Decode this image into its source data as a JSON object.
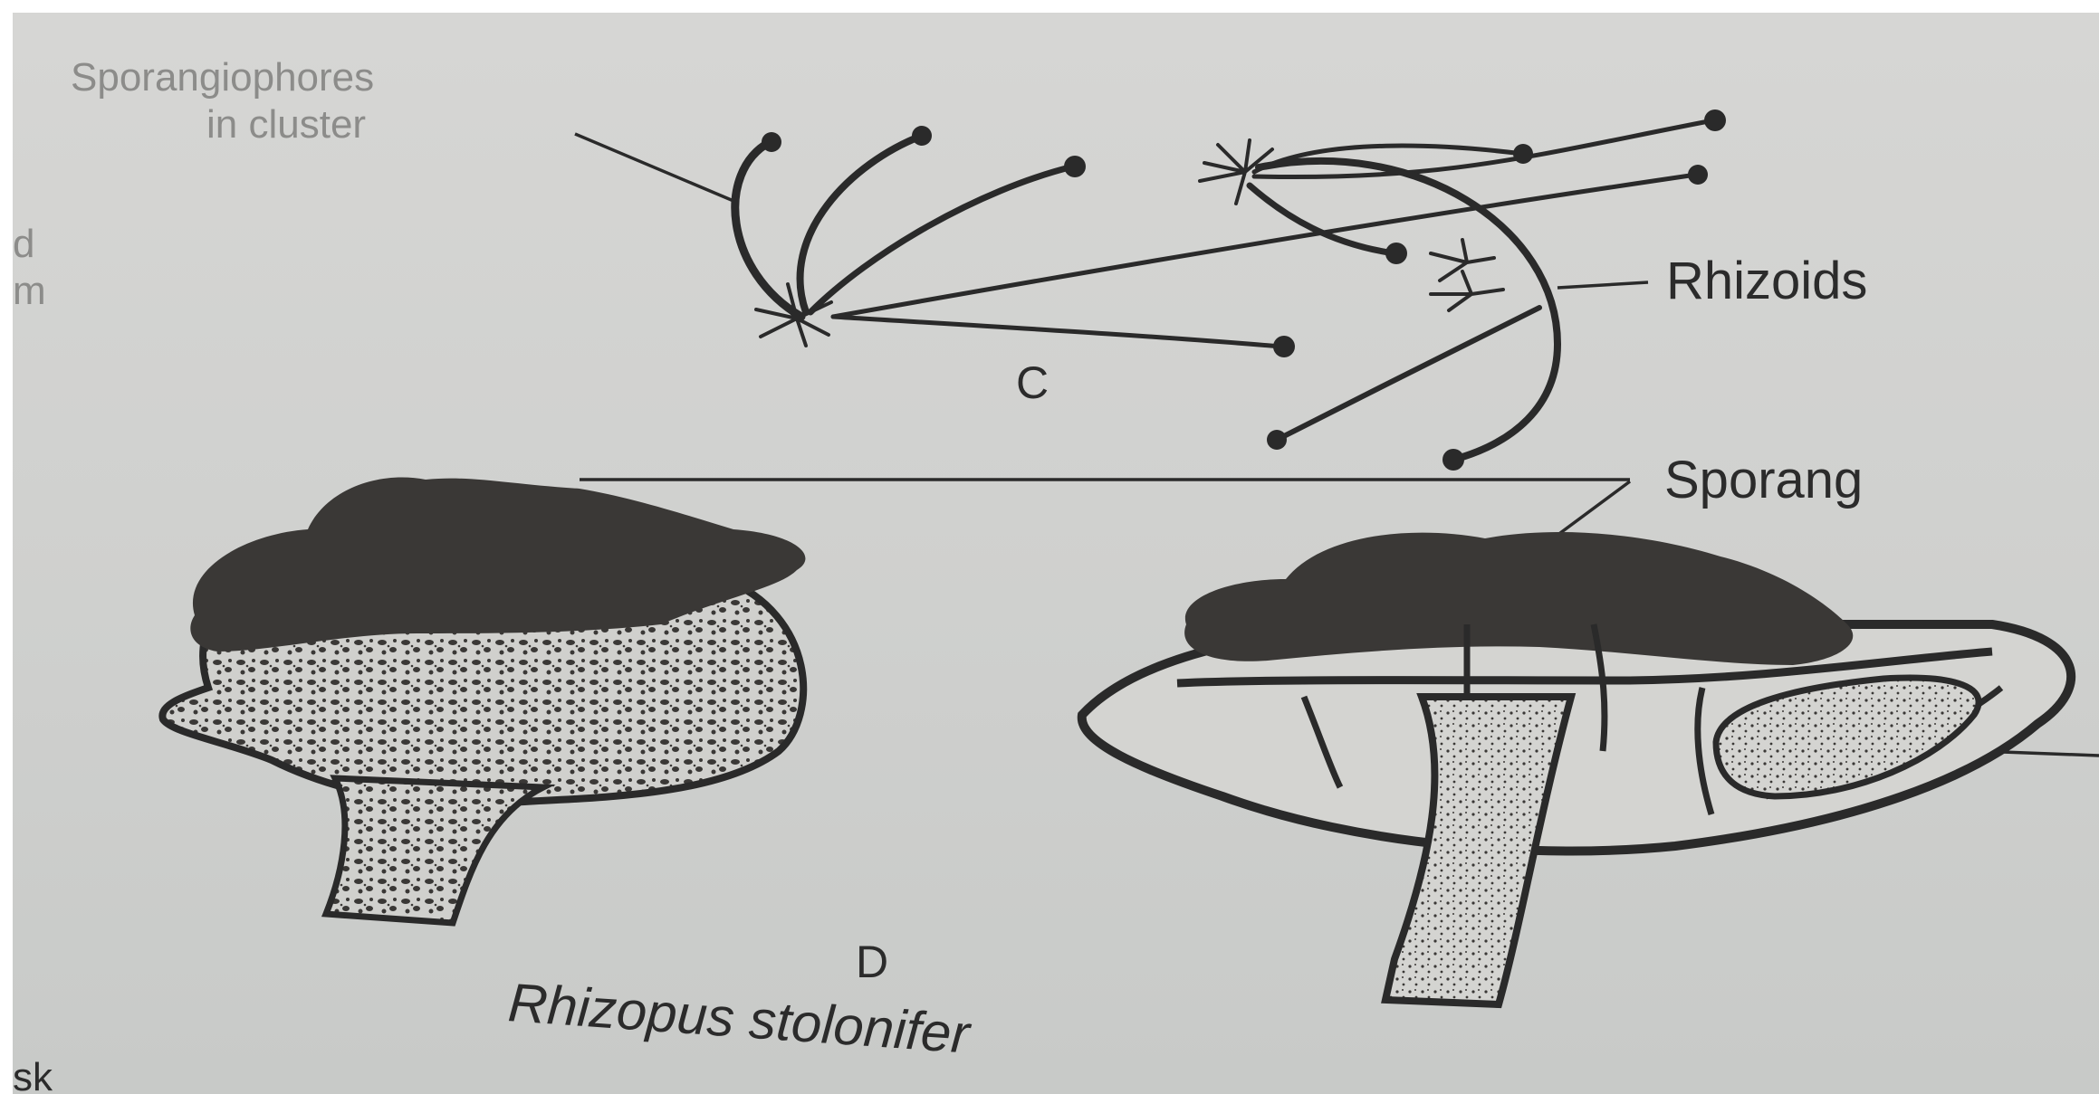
{
  "labels": {
    "sporangiophores_line1": "Sporangiophores",
    "sporangiophores_line2": "in cluster",
    "rhizoids": "Rhizoids",
    "sporangium": "Sporang",
    "figure_c": "C",
    "figure_d": "D",
    "caption": "Rhizopus stolonifer",
    "edge_left_top": "d",
    "edge_left_mid": "m",
    "edge_left_bottom": "sk"
  },
  "colors": {
    "page_background": "#ffffff",
    "paper": "#d2d3d1",
    "ink": "#2a2a2a",
    "sporangium_dark": "#3a3836",
    "sporangium_light": "#cfcfcc"
  },
  "icons": {
    "figure_c": "rhizopus-mycelium-illustration",
    "figure_d_left": "sporangium-external-illustration",
    "figure_d_right": "sporangium-section-illustration"
  }
}
